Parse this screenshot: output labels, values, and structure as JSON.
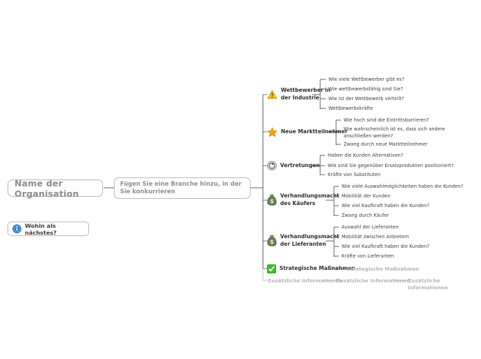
{
  "document": {
    "type": "mind-map",
    "language": "de",
    "background": "#ffffff"
  },
  "colors": {
    "wire": "#6b7472",
    "wire_muted": "#c9c9c9",
    "node_border": "#b9b9b9",
    "root_text": "#8c8c8c",
    "branch_text": "#2f2f2f",
    "leaf_text": "#3a3a3a",
    "muted_text": "#b5b5b5",
    "warning_yellow": "#f5c518",
    "star_orange": "#f59b12",
    "money_green": "#5f7a4a",
    "check_green": "#37c322",
    "info_blue": "#2f7fd1"
  },
  "root": {
    "organisation": {
      "label": "Name der Organisation",
      "name": "org-node"
    },
    "industry": {
      "label": "Fügen Sie eine Branche hinzu, in der Sie konkurrieren",
      "name": "industry-node"
    },
    "next_step": {
      "icon": "info-icon",
      "label": "Wohin als nächstes?"
    }
  },
  "branches": [
    {
      "id": "competitors",
      "icon": "warning-triangle-icon",
      "label": "Wettbewerber in\nder Industrie",
      "children": [
        "Wie viele Wettbewerber gibt es?",
        "Wie wettbewerbsfähig sind Sie?",
        "Wie ist der Wettbewerb verteilt?",
        "Wettbewerbskräfte"
      ]
    },
    {
      "id": "new-entrants",
      "icon": "star-icon",
      "label": "Neue Marktteilnehmer",
      "children": [
        "Wie hoch sind die Eintrittsbarrieren?",
        "Wie wahrscheinlich ist es, dass sich andere anschließen werden?",
        "Zwang durch neue Marktteilnehmer"
      ]
    },
    {
      "id": "substitutes",
      "icon": "substitute-circle-icon",
      "label": "Vertretungen",
      "children": [
        "Haben die Kunden Alternativen?",
        "Wie sind Sie gegenüber Ersatzprodukten positioniert?",
        "Kräfte von Substituten"
      ]
    },
    {
      "id": "buyer-power",
      "icon": "money-bag-icon",
      "label": "Verhandlungsmacht\ndes Käufers",
      "children": [
        "Wie viele Auswahlmöglichkeiten haben die Kunden?",
        "Mobilität der Kunden",
        "Wie viel Kaufkraft haben die Kunden?",
        "Zwang durch Käufer"
      ]
    },
    {
      "id": "supplier-power",
      "icon": "money-bag-icon",
      "label": "Verhandlungsmacht\nder Lieferanten",
      "children": [
        "Auswahl der Lieferanten",
        "Mobilität zwischen Anbietern",
        "Wie viel Kaufkraft haben die Kunden?",
        "Kräfte von Lieferanten"
      ]
    },
    {
      "id": "strategic-measures",
      "icon": "green-check-icon",
      "label": "Strategische Maßnahmen",
      "placeholder_child": "Strategische Maßnahmen"
    }
  ],
  "footer": {
    "items": [
      "Zusätzliche Informationen",
      "Zusätzliche Informationen",
      "Zusätzliche Informationen"
    ]
  }
}
